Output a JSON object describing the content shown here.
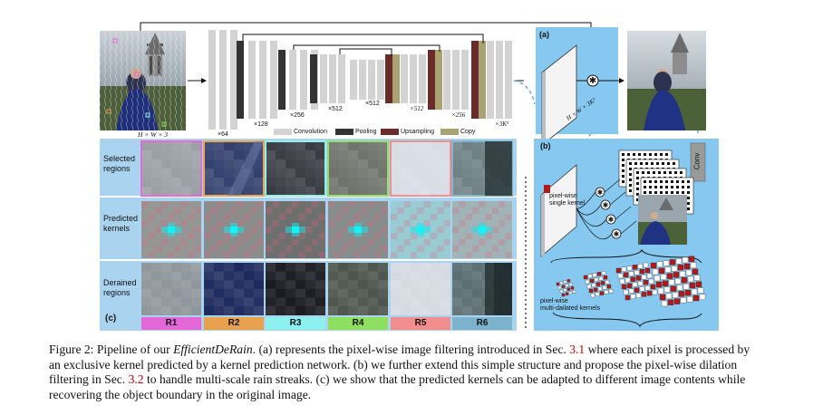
{
  "figure": {
    "input_dims_label": "H × W × 3",
    "encoder_labels": [
      "×64",
      "×128",
      "×256",
      "×512",
      "×512"
    ],
    "decoder_labels": [
      "×512",
      "×256",
      "×3K²"
    ],
    "legend": [
      {
        "label": "Convolution",
        "color": "#d3d3d3"
      },
      {
        "label": "Pooling",
        "color": "#333333"
      },
      {
        "label": "Upsampling",
        "color": "#6b2b2b"
      },
      {
        "label": "Copy",
        "color": "#a8a370"
      }
    ],
    "panel_a": {
      "tag": "(a)",
      "kernel_label": "H × W × 3K²"
    },
    "panel_b": {
      "tag": "(b)",
      "conv_label": "Conv",
      "single_kernel_label": "pixel-wise\nsingle kernel",
      "multi_kernel_label": "pixel-wise\nmulti-dailated kernels"
    },
    "panel_c": {
      "tag": "(c)",
      "row_labels": [
        "Selected\nregions",
        "Predicted\nkernels",
        "Derained\nregions"
      ],
      "regions": [
        {
          "name": "R1",
          "color": "#e467d8"
        },
        {
          "name": "R2",
          "color": "#e8a24e"
        },
        {
          "name": "R3",
          "color": "#8cf0ee"
        },
        {
          "name": "R4",
          "color": "#8ede5f"
        },
        {
          "name": "R5",
          "color": "#f28d8d"
        },
        {
          "name": "R6",
          "color": "#7bb3cc"
        }
      ]
    },
    "colors": {
      "panel_bg": "#86c8ef",
      "arrow_blue": "#5aa6e8",
      "kernel_red": "#b01a1a"
    }
  },
  "caption": {
    "lines": [
      [
        {
          "t": "Figure 2: Pipeline of our "
        },
        {
          "t": "EfficientDeRain",
          "c": "it"
        },
        {
          "t": ". (a) represents the pixel-wise image filtering introduced in Sec. "
        },
        {
          "t": "3.1",
          "c": "red"
        },
        {
          "t": " where each pixel is processed by"
        }
      ],
      [
        {
          "t": "an exclusive kernel predicted by a kernel prediction network. (b) we further extend this simple structure and propose the pixel-wise dilation"
        }
      ],
      [
        {
          "t": "filtering in Sec. "
        },
        {
          "t": "3.2",
          "c": "red"
        },
        {
          "t": " to handle multi-scale rain streaks. (c) we show that the predicted kernels can be adapted to different image contents while"
        }
      ],
      [
        {
          "t": "recovering the object boundary in the original image."
        }
      ]
    ]
  }
}
